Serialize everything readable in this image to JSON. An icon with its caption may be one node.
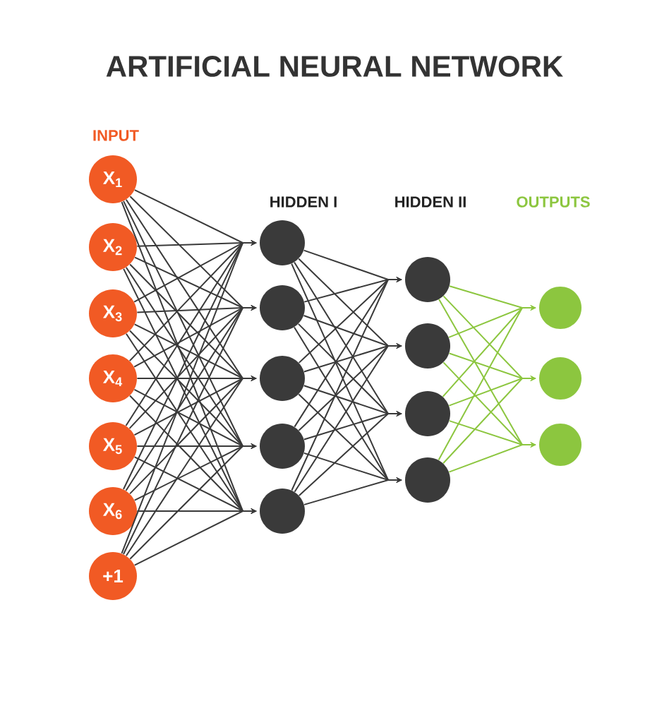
{
  "diagram": {
    "title": "ARTIFICIAL NEURAL NETWORK",
    "nodes": [
      {
        "text": [
          "X$_{1}$"
        ]
      },
      {
        "text": [
          "X$_{2}$"
        ]
      },
      {
        "text": [
          "X$_{3}$"
        ]
      },
      {
        "text": [
          "X$_{4}$"
        ]
      },
      {
        "text": [
          "X$_{5}$"
        ]
      },
      {
        "text": [
          "X$_{6}$"
        ]
      },
      {
        "text": [
          "+1"
        ]
      },
      {
        "text": [],
        "shape": "circle"
      },
      {
        "text": [],
        "shape": "circle"
      },
      {
        "text": [],
        "shape": "circle"
      },
      {
        "text": [],
        "shape": "circle"
      },
      {
        "text": [],
        "shape": "circle"
      },
      {
        "text": [],
        "shape": "circle"
      },
      {
        "text": [],
        "shape": "circle"
      },
      {
        "text": [],
        "shape": "circle"
      },
      {
        "text": [],
        "shape": "circle"
      },
      {
        "text": [],
        "shape": "circle"
      },
      {
        "text": [],
        "shape": "circle"
      },
      {
        "text": [],
        "shape": "circle"
      }
    ],
    "edges": [
      {
        "from": 0,
        "to": 7,
        "arrow": "to"
      },
      {
        "from": 0,
        "to": 8,
        "arrow": "to"
      },
      {
        "from": 0,
        "to": 9,
        "arrow": "to"
      },
      {
        "from": 0,
        "to": 10,
        "arrow": "to"
      },
      {
        "from": 0,
        "to": 11,
        "arrow": "to"
      },
      {
        "from": 1,
        "to": 7,
        "arrow": "to"
      },
      {
        "from": 1,
        "to": 8,
        "arrow": "to"
      },
      {
        "from": 1,
        "to": 9,
        "arrow": "to"
      },
      {
        "from": 1,
        "to": 10,
        "arrow": "to"
      },
      {
        "from": 1,
        "to": 11,
        "arrow": "to"
      },
      {
        "from": 2,
        "to": 7,
        "arrow": "to"
      },
      {
        "from": 2,
        "to": 8,
        "arrow": "to"
      },
      {
        "from": 2,
        "to": 9,
        "arrow": "to"
      },
      {
        "from": 2,
        "to": 10,
        "arrow": "to"
      },
      {
        "from": 2,
        "to": 11,
        "arrow": "to"
      },
      {
        "from": 3,
        "to": 7,
        "arrow": "to"
      },
      {
        "from": 3,
        "to": 8,
        "arrow": "to"
      },
      {
        "from": 3,
        "to": 9,
        "arrow": "to"
      },
      {
        "from": 3,
        "to": 10,
        "arrow": "to"
      },
      {
        "from": 3,
        "to": 11,
        "arrow": "to"
      },
      {
        "from": 4,
        "to": 7,
        "arrow": "to"
      },
      {
        "from": 4,
        "to": 8,
        "arrow": "to"
      },
      {
        "from": 4,
        "to": 9,
        "arrow": "to"
      },
      {
        "from": 4,
        "to": 10,
        "arrow": "to"
      },
      {
        "from": 4,
        "to": 11,
        "arrow": "to"
      },
      {
        "from": 5,
        "to": 7,
        "arrow": "to"
      },
      {
        "from": 5,
        "to": 8,
        "arrow": "to"
      },
      {
        "from": 5,
        "to": 9,
        "arrow": "to"
      },
      {
        "from": 5,
        "to": 10,
        "arrow": "to"
      },
      {
        "from": 5,
        "to": 11,
        "arrow": "to"
      },
      {
        "from": 6,
        "to": 7,
        "arrow": "to"
      },
      {
        "from": 6,
        "to": 8,
        "arrow": "to"
      },
      {
        "from": 6,
        "to": 9,
        "arrow": "to"
      },
      {
        "from": 6,
        "to": 10,
        "arrow": "to"
      },
      {
        "from": 6,
        "to": 11,
        "arrow": "to"
      },
      {
        "from": 7,
        "to": 12,
        "arrow": "to"
      },
      {
        "from": 7,
        "to": 13,
        "arrow": "to"
      },
      {
        "from": 7,
        "to": 14,
        "arrow": "to"
      },
      {
        "from": 7,
        "to": 15,
        "arrow": "to"
      },
      {
        "from": 8,
        "to": 12,
        "arrow": "to"
      },
      {
        "from": 8,
        "to": 13,
        "arrow": "to"
      },
      {
        "from": 8,
        "to": 14,
        "arrow": "to"
      },
      {
        "from": 8,
        "to": 15,
        "arrow": "to"
      },
      {
        "from": 9,
        "to": 12,
        "arrow": "to"
      },
      {
        "from": 9,
        "to": 13,
        "arrow": "to"
      },
      {
        "from": 9,
        "to": 14,
        "arrow": "to"
      },
      {
        "from": 9,
        "to": 15,
        "arrow": "to"
      },
      {
        "from": 10,
        "to": 12,
        "arrow": "to"
      },
      {
        "from": 10,
        "to": 13,
        "arrow": "to"
      },
      {
        "from": 10,
        "to": 14,
        "arrow": "to"
      },
      {
        "from": 10,
        "to": 15,
        "arrow": "to"
      },
      {
        "from": 11,
        "to": 12,
        "arrow": "to"
      },
      {
        "from": 11,
        "to": 13,
        "arrow": "to"
      },
      {
        "from": 11,
        "to": 14,
        "arrow": "to"
      },
      {
        "from": 11,
        "to": 15,
        "arrow": "to"
      },
      {
        "from": 12,
        "to": 16,
        "arrow": "to",
        "color": "#8cc63f"
      },
      {
        "from": 12,
        "to": 17,
        "arrow": "to",
        "color": "#8cc63f"
      },
      {
        "from": 12,
        "to": 18,
        "arrow": "to",
        "color": "#8cc63f"
      },
      {
        "from": 13,
        "to": 16,
        "arrow": "to",
        "color": "#8cc63f"
      },
      {
        "from": 13,
        "to": 17,
        "arrow": "to",
        "color": "#8cc63f"
      },
      {
        "from": 13,
        "to": 18,
        "arrow": "to",
        "color": "#8cc63f"
      },
      {
        "from": 14,
        "to": 16,
        "arrow": "to",
        "color": "#8cc63f"
      },
      {
        "from": 14,
        "to": 17,
        "arrow": "to",
        "color": "#8cc63f"
      },
      {
        "from": 14,
        "to": 18,
        "arrow": "to",
        "color": "#8cc63f"
      },
      {
        "from": 15,
        "to": 16,
        "arrow": "to",
        "color": "#8cc63f"
      },
      {
        "from": 15,
        "to": 17,
        "arrow": "to",
        "color": "#8cc63f"
      },
      {
        "from": 15,
        "to": 18,
        "arrow": "to",
        "color": "#8cc63f"
      }
    ],
    "labels": [
      "INPUT",
      "HIDDEN I",
      "HIDDEN II",
      "OUTPUTS"
    ]
  }
}
